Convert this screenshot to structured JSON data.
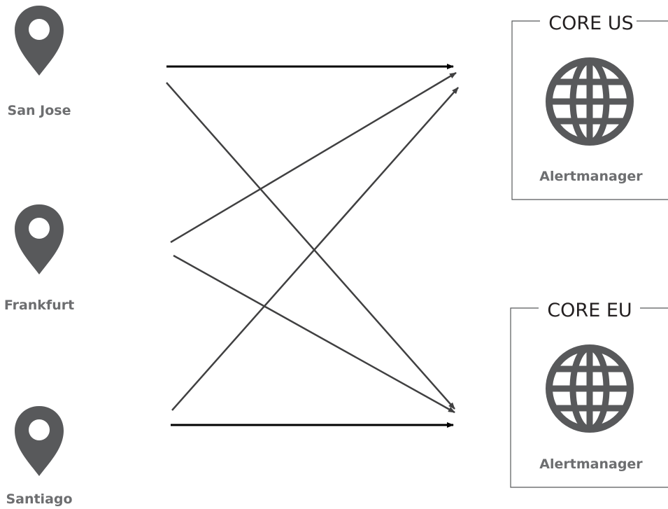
{
  "locations": [
    {
      "label": "San Jose"
    },
    {
      "label": "Frankfurt"
    },
    {
      "label": "Santiago"
    }
  ],
  "clusters": [
    {
      "title": "CORE US",
      "service": "Alertmanager"
    },
    {
      "title": "CORE EU",
      "service": "Alertmanager"
    }
  ],
  "connections": [
    {
      "from": "San Jose",
      "to": "CORE US"
    },
    {
      "from": "San Jose",
      "to": "CORE EU"
    },
    {
      "from": "Frankfurt",
      "to": "CORE US"
    },
    {
      "from": "Frankfurt",
      "to": "CORE EU"
    },
    {
      "from": "Santiago",
      "to": "CORE US"
    },
    {
      "from": "Santiago",
      "to": "CORE EU"
    }
  ],
  "colors": {
    "icon": "#58595b",
    "label": "#6d6e70",
    "title": "#231f20",
    "arrow_primary": "#000000",
    "arrow_secondary": "#404041"
  }
}
